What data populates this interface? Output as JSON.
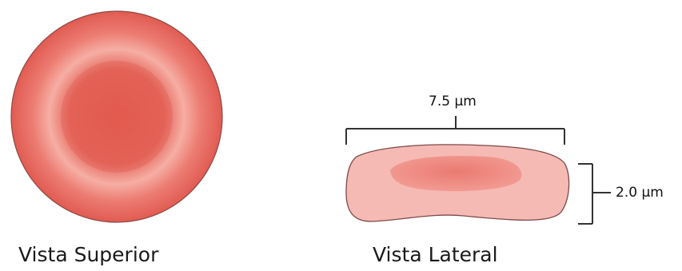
{
  "captions": {
    "top_view": "Vista Superior",
    "side_view": "Vista Lateral"
  },
  "dimensions": {
    "width": "7.5 µm",
    "height": "2.0 µm"
  },
  "colors": {
    "cell_rim": "#e8685f",
    "cell_center": "#e25a4e",
    "cell_halo": "#f7b3aa",
    "side_body": "#f6b9b4",
    "side_dimple": "#ef8d84",
    "outline": "#7c4a4a",
    "bracket": "#333333"
  }
}
